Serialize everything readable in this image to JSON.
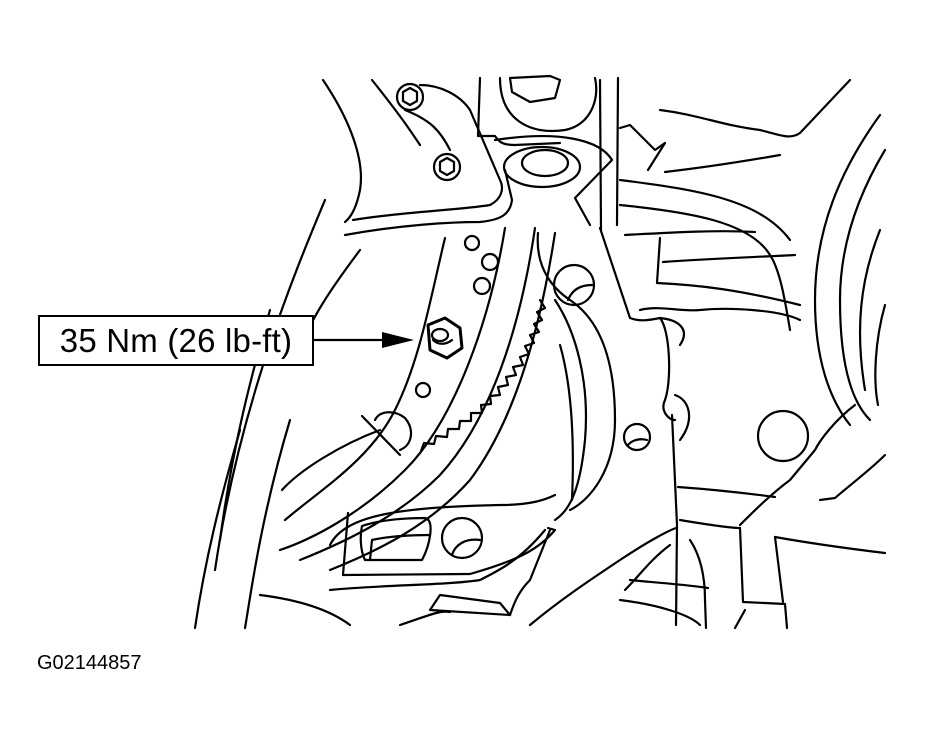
{
  "figure": {
    "type": "service-manual line illustration",
    "subject": "flywheel / ring gear area with bracket and torqued nut",
    "callout": {
      "torque_label": "35 Nm (26 lb-ft)",
      "torque_nm": 35,
      "torque_lbft": 26,
      "points_to": "nut"
    },
    "figure_id": "G02144857"
  },
  "colors": {
    "line": "#000000",
    "background": "#ffffff"
  }
}
